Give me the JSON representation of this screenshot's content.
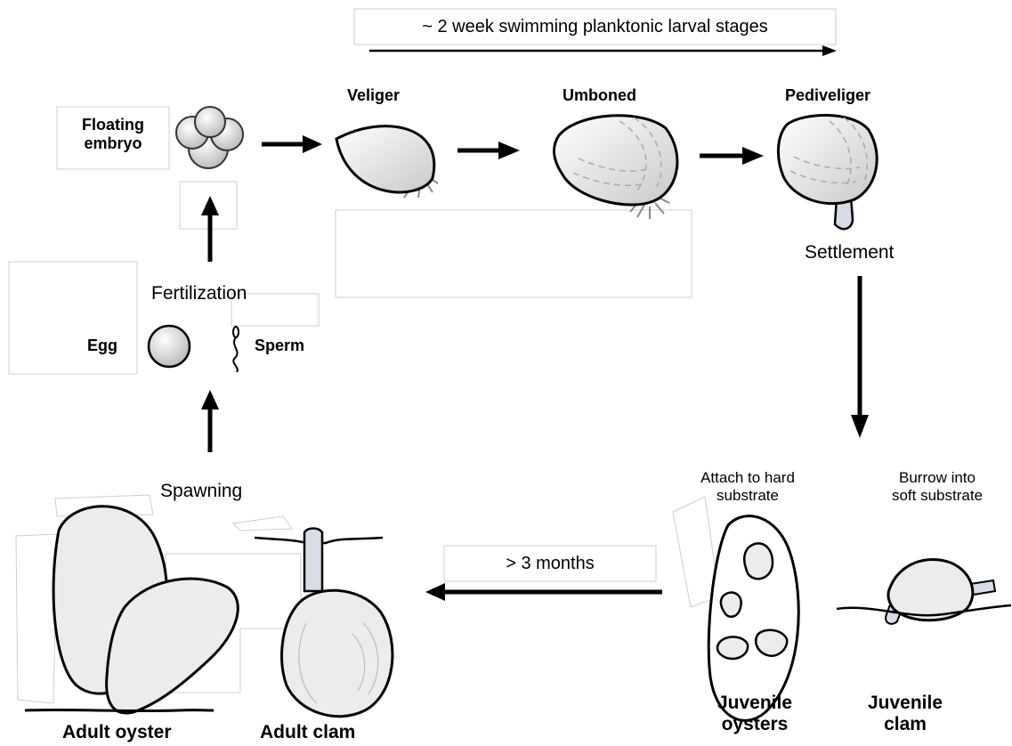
{
  "top_banner": "~ 2 week swimming planktonic larval stages",
  "stages": {
    "floating_embryo": "Floating\nembryo",
    "veliger": "Veliger",
    "umboned": "Umboned",
    "pediveliger": "Pediveliger",
    "settlement": "Settlement",
    "fertilization": "Fertilization",
    "egg": "Egg",
    "sperm": "Sperm",
    "spawning": "Spawning",
    "attach_hard": "Attach to hard\nsubstrate",
    "burrow_soft": "Burrow into\nsoft substrate",
    "three_months": "> 3 months",
    "juvenile_oysters": "Juvenile\noysters",
    "juvenile_clam": "Juvenile\nclam",
    "adult_oyster": "Adult oyster",
    "adult_clam": "Adult clam"
  }
}
